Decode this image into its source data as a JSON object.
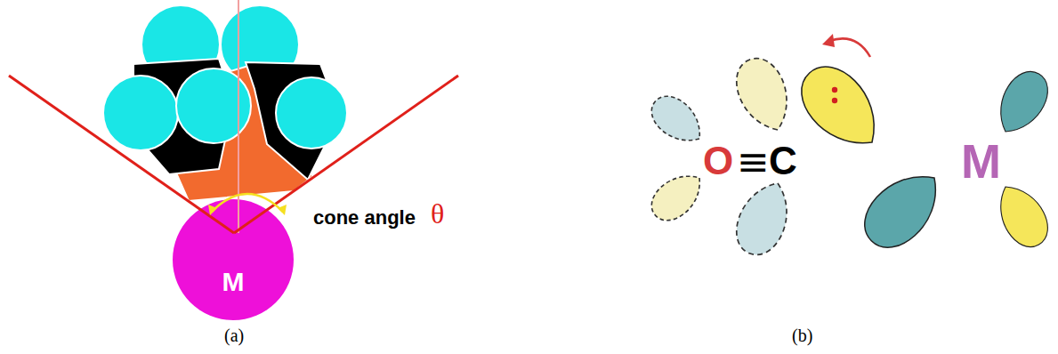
{
  "diagram": {
    "nodes": [
      {
        "text": [
          "M"
        ]
      }
    ],
    "labels": [
      "cone angle",
      "θ",
      "O",
      "≡",
      "C",
      "M",
      "(a)",
      "(b)"
    ]
  }
}
